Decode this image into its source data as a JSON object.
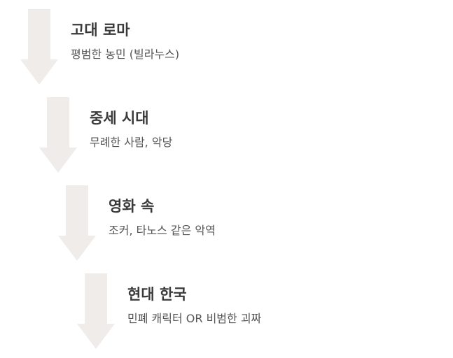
{
  "colors": {
    "arrow": "#f0ecea",
    "title": "#3a3a3a",
    "description": "#555555"
  },
  "steps": [
    {
      "title": "고대 로마",
      "description": "평범한 농민 (빌라누스)"
    },
    {
      "title": "중세 시대",
      "description": "무례한 사람, 악당"
    },
    {
      "title": "영화 속",
      "description": "조커, 타노스 같은 악역"
    },
    {
      "title": "현대 한국",
      "description": "민폐 캐릭터 OR 비범한 괴짜"
    }
  ]
}
